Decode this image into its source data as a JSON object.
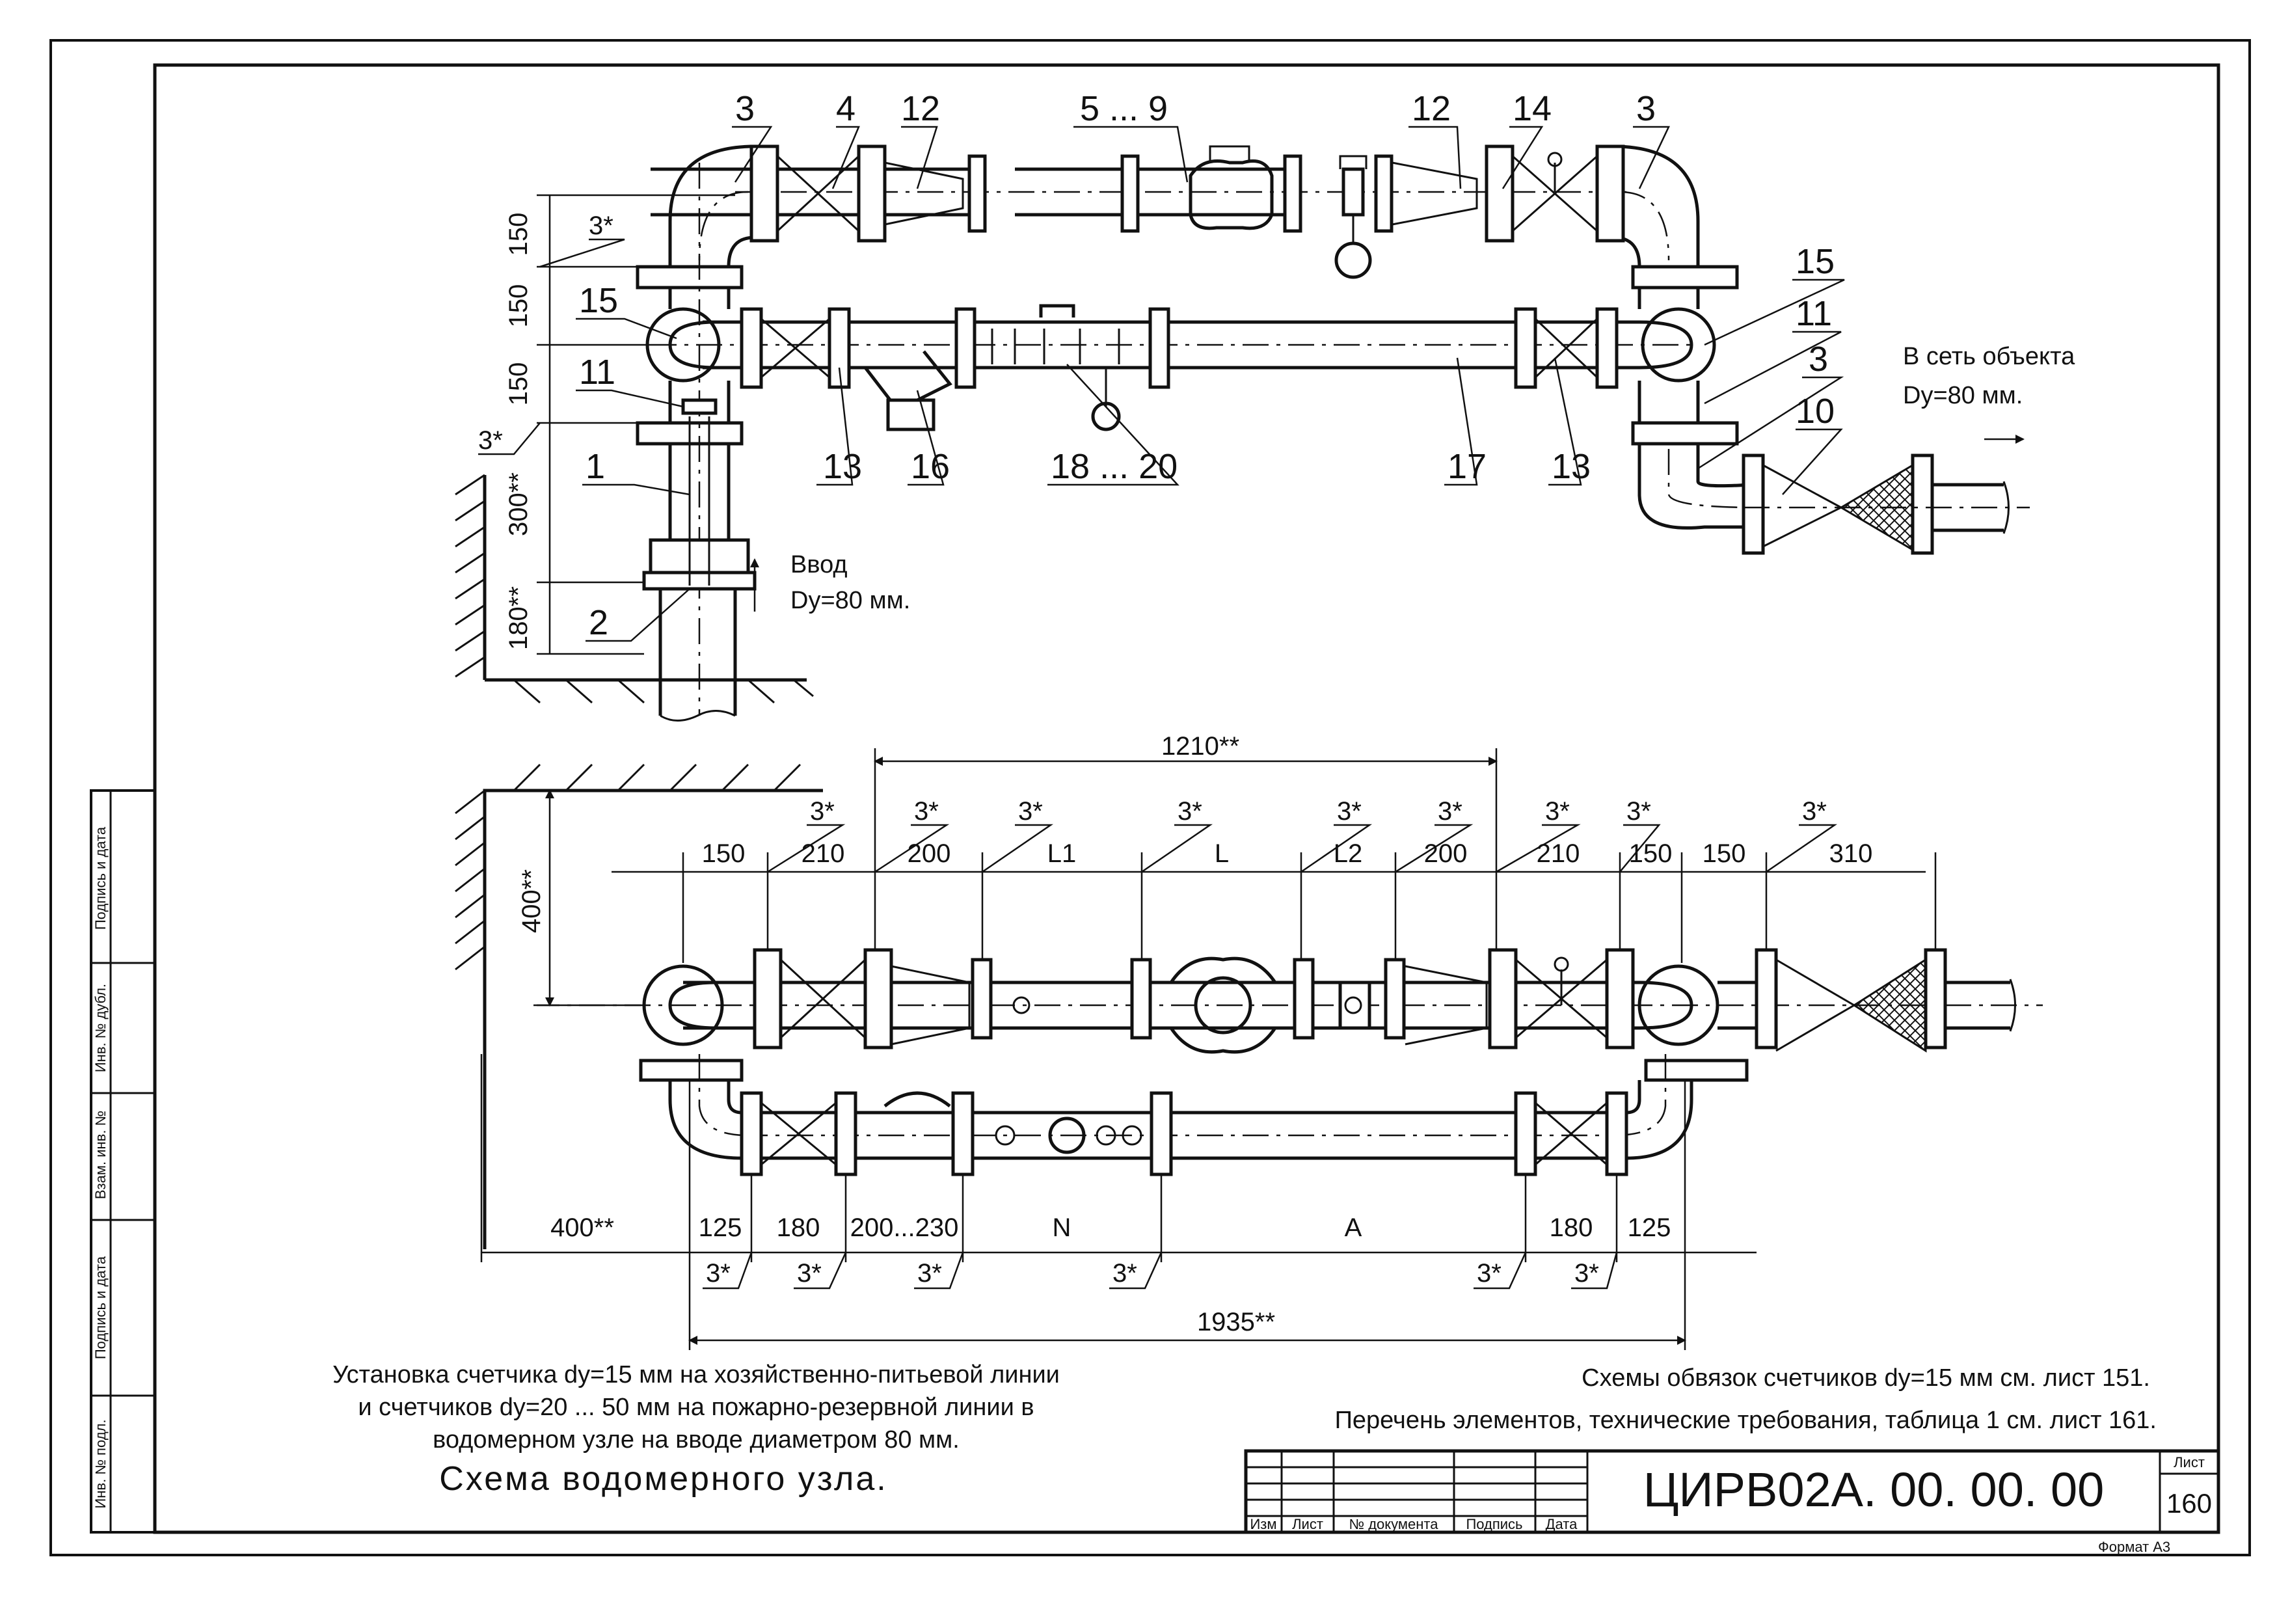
{
  "drawing": {
    "top_scheme": {
      "callouts": [
        "3",
        "4",
        "12",
        "5 ... 9",
        "12",
        "14",
        "3",
        "15",
        "11",
        "3",
        "10",
        "15",
        "11",
        "1",
        "2",
        "13",
        "16",
        "18 ... 20",
        "17",
        "13"
      ],
      "vertical_dims": [
        "150",
        "150",
        "150",
        "300**",
        "180**"
      ],
      "dim_marks": [
        "3*",
        "3*"
      ],
      "inlet_label": "Ввод",
      "inlet_dy": "Dy=80 мм.",
      "outlet_label": "В сеть объекта",
      "outlet_dy": "Dy=80 мм."
    },
    "bottom_scheme": {
      "overall_top": "1210**",
      "wall_offset": "400**",
      "top_dims": [
        "150",
        "210",
        "200",
        "L1",
        "L",
        "L2",
        "200",
        "210",
        "150",
        "150",
        "310"
      ],
      "top_marks": [
        "3*",
        "3*",
        "3*",
        "3*",
        "3*",
        "3*",
        "3*",
        "3*",
        "3*"
      ],
      "bottom_dims": [
        "400**",
        "125",
        "180",
        "200...230",
        "N",
        "A",
        "180",
        "125"
      ],
      "bottom_marks": [
        "3*",
        "3*",
        "3*",
        "3*",
        "3*",
        "3*"
      ],
      "overall_bottom": "1935**"
    },
    "notes": {
      "left_line1": "Установка счетчика dy=15 мм на хозяйственно-питьевой линии",
      "left_line2": "и счетчиков dy=20 ... 50 мм на пожарно-резервной линии в",
      "left_line3": "водомерном узле на вводе диаметром 80 мм.",
      "title": "Схема водомерного узла.",
      "right_line1": "Схемы обвязок счетчиков dy=15 мм см. лист 151.",
      "right_line2": "Перечень элементов, технические требования, таблица 1 см. лист 161."
    },
    "side_stamp": [
      "Подпись и дата",
      "Инв. № дубл.",
      "Взам. инв. №",
      "Подпись и дата",
      "Инв. № подл."
    ],
    "title_block": {
      "columns": [
        "Изм",
        "Лист",
        "№ документа",
        "Подпись",
        "Дата"
      ],
      "designation": "ЦИРВ02А. 00. 00. 00",
      "sheet_label": "Лист",
      "sheet_number": "160",
      "format": "Формат А3"
    }
  }
}
